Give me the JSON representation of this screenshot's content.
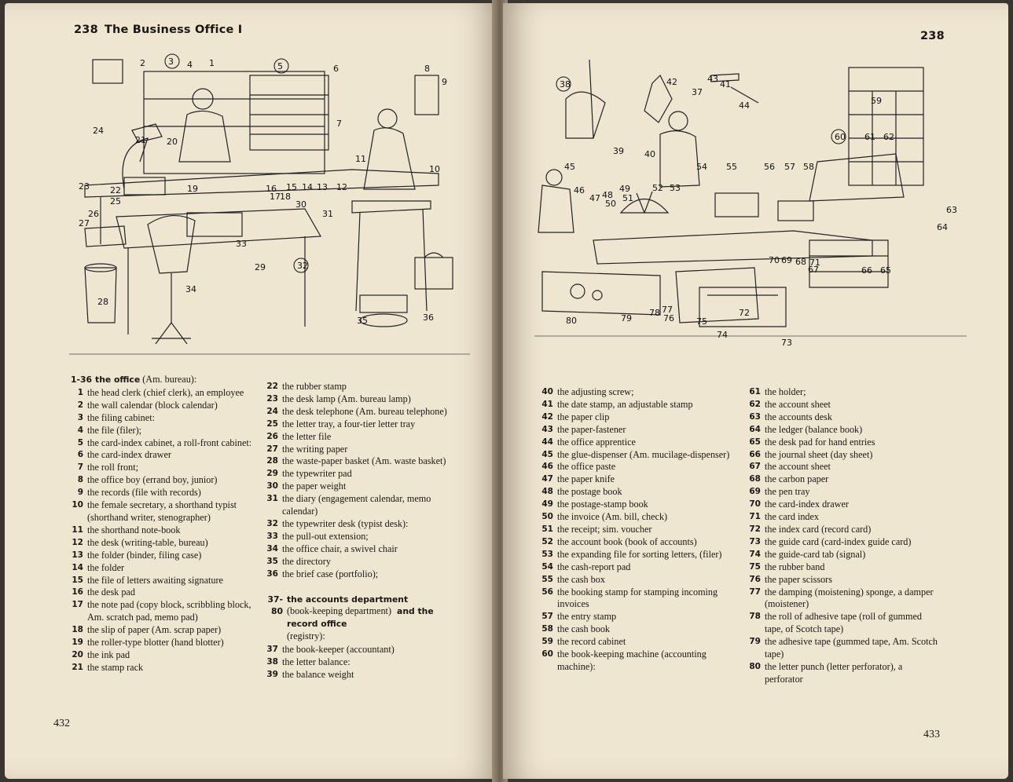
{
  "left_page": {
    "header": {
      "number": "238",
      "title": "The Business Office I"
    },
    "folio": "432",
    "callouts": [
      "1",
      "2",
      "3",
      "4",
      "5",
      "6",
      "7",
      "8",
      "9",
      "10",
      "11",
      "12",
      "13",
      "14",
      "15",
      "16",
      "17",
      "18",
      "19",
      "20",
      "21",
      "22",
      "23",
      "24",
      "25",
      "26",
      "27",
      "28",
      "29",
      "30",
      "31",
      "32",
      "33",
      "34",
      "35",
      "36"
    ],
    "column1": {
      "section": {
        "range": "1-36",
        "title": "the office",
        "note": "(Am. bureau):"
      },
      "entries": [
        {
          "n": "1",
          "t": "the head clerk (chief clerk), an employee"
        },
        {
          "n": "2",
          "t": "the wall calendar (block calendar)"
        },
        {
          "n": "3",
          "t": "the filing cabinet:"
        },
        {
          "n": "4",
          "t": "the file (filer);"
        },
        {
          "n": "5",
          "t": "the card-index cabinet, a roll-front cabinet:"
        },
        {
          "n": "6",
          "t": "the card-index drawer"
        },
        {
          "n": "7",
          "t": "the roll front;"
        },
        {
          "n": "8",
          "t": "the office boy (errand boy, junior)"
        },
        {
          "n": "9",
          "t": "the records (file with records)"
        },
        {
          "n": "10",
          "t": "the female secretary, a shorthand typist (shorthand writer, stenographer)"
        },
        {
          "n": "11",
          "t": "the shorthand note-book"
        },
        {
          "n": "12",
          "t": "the desk (writing-table, bureau)"
        },
        {
          "n": "13",
          "t": "the folder (binder, filing case)"
        },
        {
          "n": "14",
          "t": "the folder"
        },
        {
          "n": "15",
          "t": "the file of letters awaiting signature"
        },
        {
          "n": "16",
          "t": "the desk pad"
        },
        {
          "n": "17",
          "t": "the note pad (copy block, scribbling block, Am. scratch pad, memo pad)"
        },
        {
          "n": "18",
          "t": "the slip of paper (Am. scrap paper)"
        },
        {
          "n": "19",
          "t": "the roller-type blotter (hand blotter)"
        },
        {
          "n": "20",
          "t": "the ink pad"
        },
        {
          "n": "21",
          "t": "the stamp rack"
        }
      ]
    },
    "column2": {
      "entries": [
        {
          "n": "22",
          "t": "the rubber stamp"
        },
        {
          "n": "23",
          "t": "the desk lamp (Am. bureau lamp)"
        },
        {
          "n": "24",
          "t": "the desk telephone (Am. bureau telephone)"
        },
        {
          "n": "25",
          "t": "the letter tray, a four-tier letter tray"
        },
        {
          "n": "26",
          "t": "the letter file"
        },
        {
          "n": "27",
          "t": "the writing paper"
        },
        {
          "n": "28",
          "t": "the waste-paper basket (Am. waste basket)"
        },
        {
          "n": "29",
          "t": "the typewriter pad"
        },
        {
          "n": "30",
          "t": "the paper weight"
        },
        {
          "n": "31",
          "t": "the diary (engagement calendar, memo calendar)"
        },
        {
          "n": "32",
          "t": "the typewriter desk (typist desk):"
        },
        {
          "n": "33",
          "t": "the pull-out extension;"
        },
        {
          "n": "34",
          "t": "the office chair, a swivel chair"
        },
        {
          "n": "35",
          "t": "the directory"
        },
        {
          "n": "36",
          "t": "the brief case (portfolio);"
        }
      ],
      "section": {
        "range": "37-80",
        "title": "the accounts department",
        "note": "(book-keeping department)",
        "title2": "and the record office",
        "note2": "(registry):"
      },
      "entries2": [
        {
          "n": "37",
          "t": "the book-keeper (accountant)"
        },
        {
          "n": "38",
          "t": "the letter balance:"
        },
        {
          "n": "39",
          "t": "the balance weight"
        }
      ]
    }
  },
  "right_page": {
    "header": {
      "number": "238"
    },
    "folio": "433",
    "callouts": [
      "37",
      "38",
      "39",
      "40",
      "41",
      "42",
      "43",
      "44",
      "45",
      "46",
      "47",
      "48",
      "49",
      "50",
      "51",
      "52",
      "53",
      "54",
      "55",
      "56",
      "57",
      "58",
      "59",
      "60",
      "61",
      "62",
      "63",
      "64",
      "65",
      "66",
      "67",
      "68",
      "69",
      "70",
      "71",
      "72",
      "73",
      "74",
      "75",
      "76",
      "77",
      "78",
      "79",
      "80"
    ],
    "column1": {
      "entries": [
        {
          "n": "40",
          "t": "the adjusting screw;"
        },
        {
          "n": "41",
          "t": "the date stamp, an adjustable stamp"
        },
        {
          "n": "42",
          "t": "the paper clip"
        },
        {
          "n": "43",
          "t": "the paper-fastener"
        },
        {
          "n": "44",
          "t": "the office apprentice"
        },
        {
          "n": "45",
          "t": "the glue-dispenser (Am. mucilage-dispenser)"
        },
        {
          "n": "46",
          "t": "the office paste"
        },
        {
          "n": "47",
          "t": "the paper knife"
        },
        {
          "n": "48",
          "t": "the postage book"
        },
        {
          "n": "49",
          "t": "the postage-stamp book"
        },
        {
          "n": "50",
          "t": "the invoice (Am. bill, check)"
        },
        {
          "n": "51",
          "t": "the receipt; sim. voucher"
        },
        {
          "n": "52",
          "t": "the account book (book of accounts)"
        },
        {
          "n": "53",
          "t": "the expanding file for sorting letters, (filer)"
        },
        {
          "n": "54",
          "t": "the cash-report pad"
        },
        {
          "n": "55",
          "t": "the cash box"
        },
        {
          "n": "56",
          "t": "the booking stamp for stamping incoming invoices"
        },
        {
          "n": "57",
          "t": "the entry stamp"
        },
        {
          "n": "58",
          "t": "the cash book"
        },
        {
          "n": "59",
          "t": "the record cabinet"
        },
        {
          "n": "60",
          "t": "the book-keeping machine (accounting machine):"
        }
      ]
    },
    "column2": {
      "entries": [
        {
          "n": "61",
          "t": "the holder;"
        },
        {
          "n": "62",
          "t": "the account sheet"
        },
        {
          "n": "63",
          "t": "the accounts desk"
        },
        {
          "n": "64",
          "t": "the ledger (balance book)"
        },
        {
          "n": "65",
          "t": "the desk pad for hand entries"
        },
        {
          "n": "66",
          "t": "the journal sheet (day sheet)"
        },
        {
          "n": "67",
          "t": "the account sheet"
        },
        {
          "n": "68",
          "t": "the carbon paper"
        },
        {
          "n": "69",
          "t": "the pen tray"
        },
        {
          "n": "70",
          "t": "the card-index drawer"
        },
        {
          "n": "71",
          "t": "the card index"
        },
        {
          "n": "72",
          "t": "the index card (record card)"
        },
        {
          "n": "73",
          "t": "the guide card (card-index guide card)"
        },
        {
          "n": "74",
          "t": "the guide-card tab (signal)"
        },
        {
          "n": "75",
          "t": "the rubber band"
        },
        {
          "n": "76",
          "t": "the paper scissors"
        },
        {
          "n": "77",
          "t": "the damping (moistening) sponge, a damper (moistener)"
        },
        {
          "n": "78",
          "t": "the roll of adhesive tape (roll of gummed tape, of Scotch tape)"
        },
        {
          "n": "79",
          "t": "the adhesive tape (gummed tape, Am. Scotch tape)"
        },
        {
          "n": "80",
          "t": "the letter punch (letter perforator), a perforator"
        }
      ]
    }
  }
}
